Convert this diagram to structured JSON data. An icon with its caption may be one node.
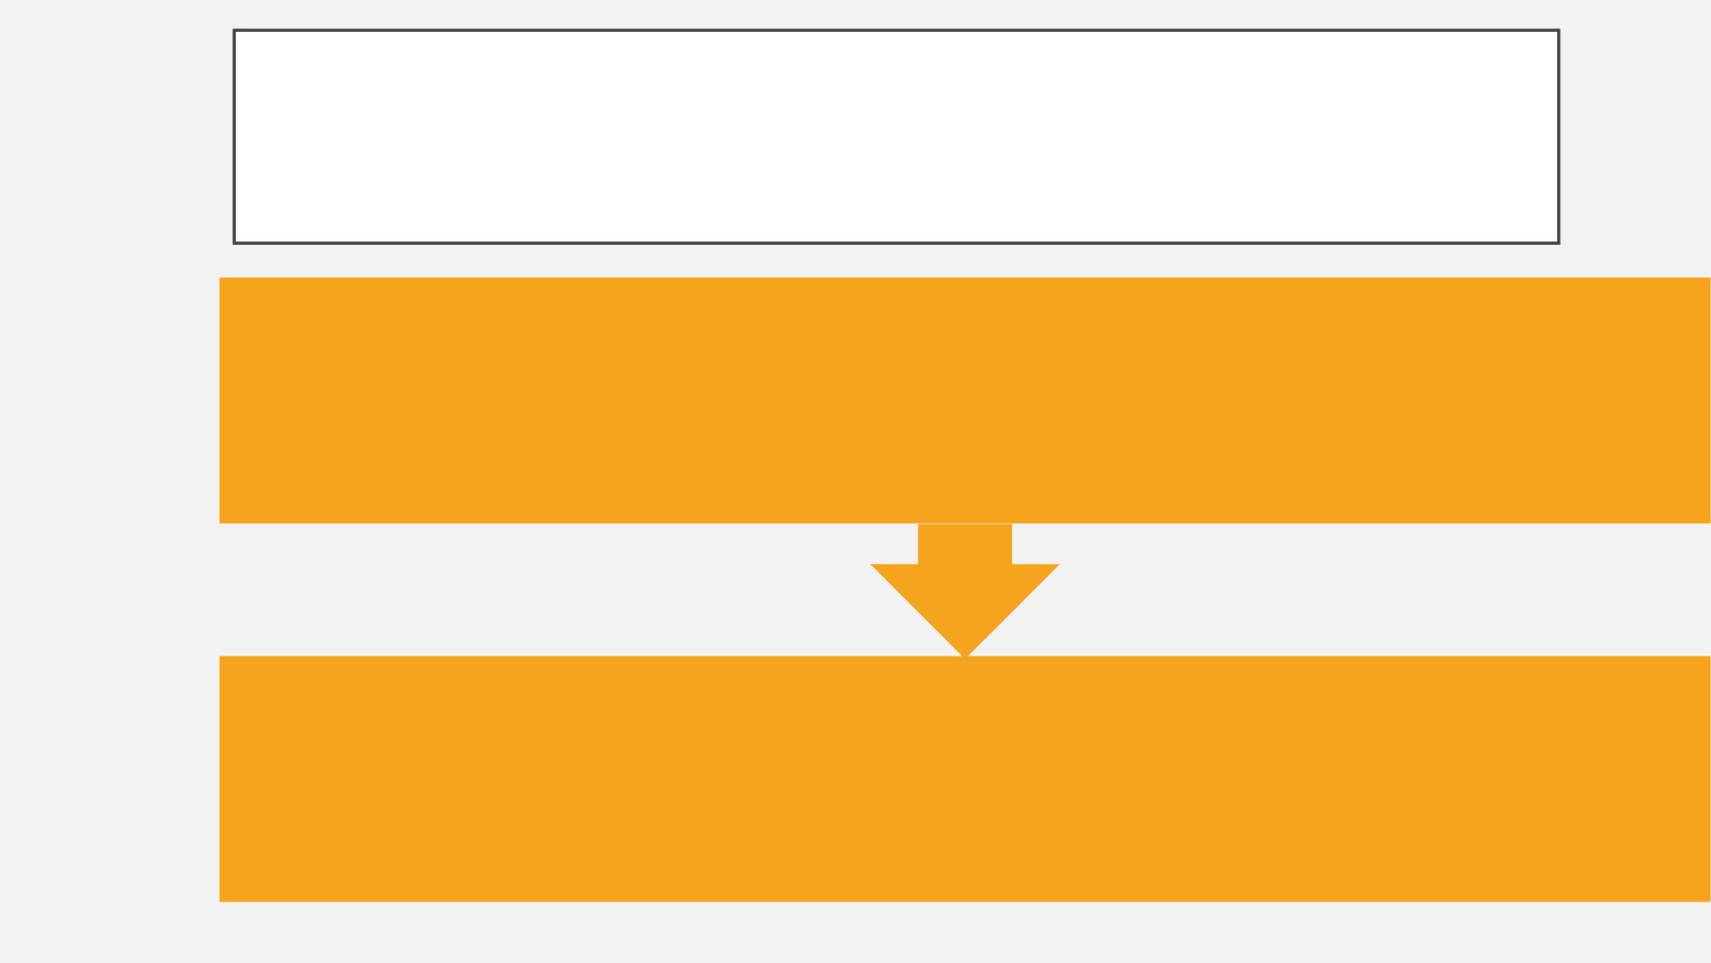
{
  "diagram": {
    "nodes": [
      {
        "text": [],
        "shape": "box"
      },
      {
        "text": [],
        "shape": "box"
      },
      {
        "text": [],
        "shape": "box"
      }
    ],
    "edges": [
      {
        "from": 1,
        "to": 2,
        "arrow": "to"
      }
    ]
  }
}
